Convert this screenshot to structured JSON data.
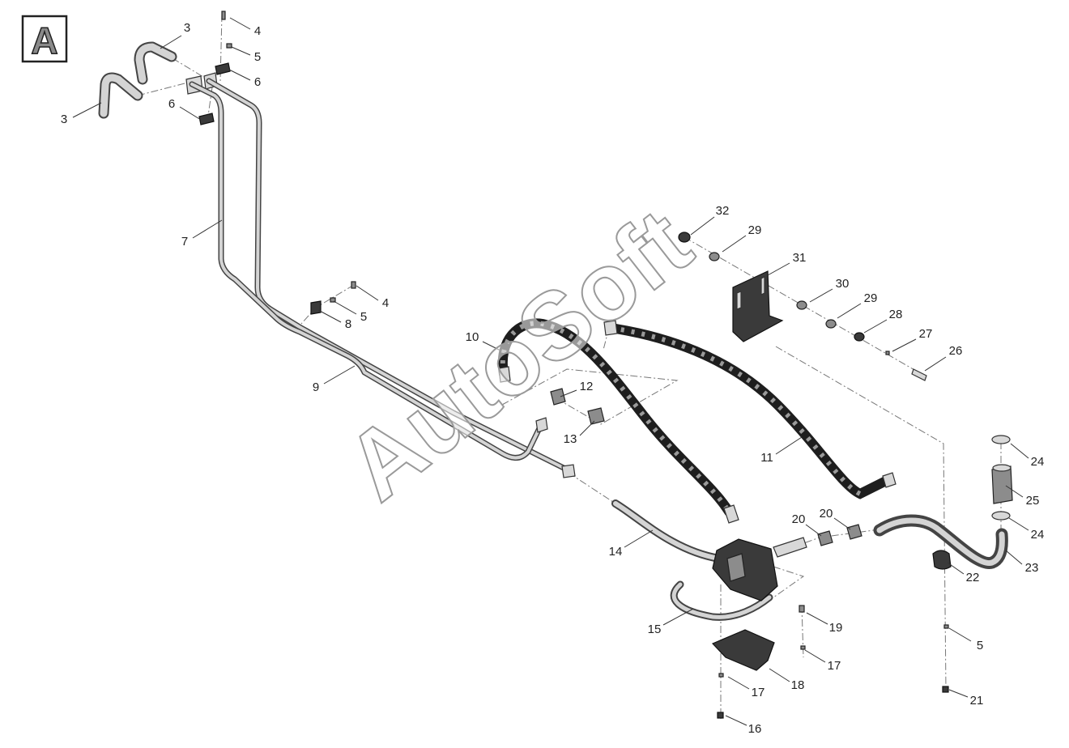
{
  "section_label": "A",
  "watermark": "AutoSoft",
  "callouts": [
    "3",
    "3",
    "4",
    "5",
    "6",
    "6",
    "7",
    "4",
    "5",
    "8",
    "9",
    "10",
    "12",
    "13",
    "11",
    "14",
    "15",
    "20",
    "20",
    "24",
    "25",
    "24",
    "23",
    "22",
    "19",
    "17",
    "18",
    "17",
    "16",
    "5",
    "21",
    "32",
    "29",
    "31",
    "30",
    "29",
    "28",
    "27",
    "26"
  ],
  "colors": {
    "line": "#333333",
    "part_dark": "#3a3a3a",
    "tube": "#d4d4d4"
  }
}
